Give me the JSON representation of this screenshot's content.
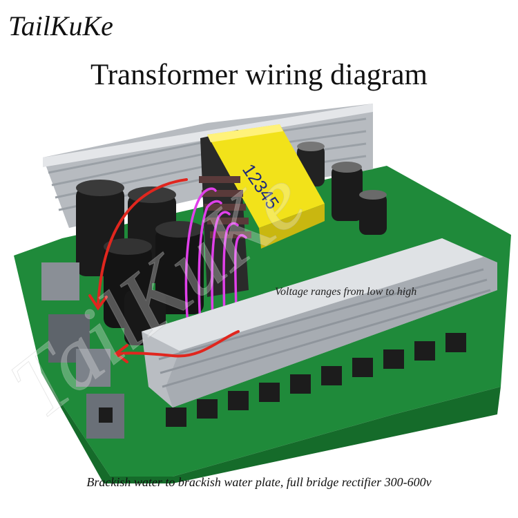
{
  "brand": "TailKuKe",
  "title": "Transformer wiring diagram",
  "transformer_label": "12345",
  "watermark": "TailKuKe",
  "annotations": {
    "voltage_note": "Voltage ranges from low to high"
  },
  "caption": "Brackish water to brackish water plate, full bridge rectifier 300-600v",
  "colors": {
    "pcb": "#1f8a3a",
    "heatsink": "#c9ccd0",
    "transformer": "#f2e21a",
    "arrow": "#e0261e",
    "wires": "#e040ea"
  }
}
